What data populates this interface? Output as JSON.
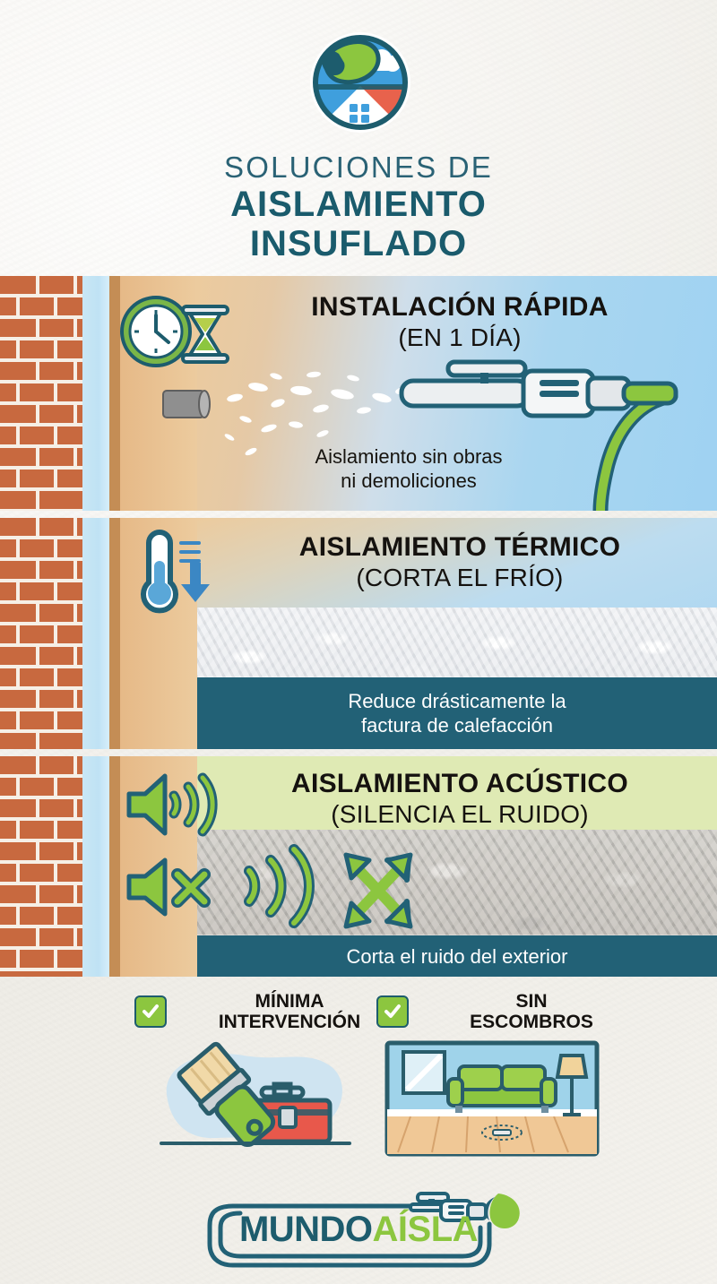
{
  "brand": {
    "logo_icon": "leaf-house-circle-logo",
    "title_line1": "SOLUCIONES DE",
    "title_line2": "AISLAMIENTO",
    "title_line3": "INSUFLADO",
    "title_color": "#1a5b6c"
  },
  "colors": {
    "teal": "#226176",
    "teal_dark": "#1d5c6d",
    "green": "#8cc63f",
    "brick": "#c8693f",
    "cavity_blue": "#c9e7f5",
    "panel3_bg": "#dfeab4",
    "paper": "#f1efe9"
  },
  "panels": [
    {
      "id": "instalacion-rapida",
      "icons": [
        "clock-icon",
        "hourglass-icon"
      ],
      "title": "INSTALACIÓN RÁPIDA",
      "subtitle": "(EN 1 DÍA)",
      "caption_line1": "Aislamiento sin obras",
      "caption_line2": "ni demoliciones",
      "illustration": "insufflation-nozzle-with-green-hose"
    },
    {
      "id": "aislamiento-termico",
      "icons": [
        "thermometer-icon",
        "down-arrow-icon"
      ],
      "title": "AISLAMIENTO TÉRMICO",
      "subtitle": "(CORTA EL FRÍO)",
      "banner_line1": "Reduce drásticamente la",
      "banner_line2": "factura de calefacción",
      "illustration": "white-insulation-fill"
    },
    {
      "id": "aislamiento-acustico",
      "icons": [
        "speaker-sound-icon",
        "speaker-muted-icon"
      ],
      "title": "AISLAMIENTO ACÚSTICO",
      "subtitle": "(SILENCIA EL RUIDO)",
      "banner_line1": "Corta el ruido del exterior",
      "illustration": "gray-cellulose-fill-with-arrows"
    }
  ],
  "features": [
    {
      "id": "minima-intervencion",
      "check_icon": "check-icon",
      "label_line1": "MÍNIMA",
      "label_line2": "INTERVENCIÓN",
      "thumb": "paintbrush-and-toolbox"
    },
    {
      "id": "sin-escombros",
      "check_icon": "check-icon",
      "label_line1": "SIN",
      "label_line2": "ESCOMBROS",
      "thumb": "clean-living-room"
    }
  ],
  "footer": {
    "logo_word1": "MUNDO",
    "logo_word2": "AÍSLA",
    "word1_color": "#1d5c6d",
    "word2_color": "#8cc63f",
    "decor": [
      "hose-frame",
      "nozzle-icon",
      "leaf-icon"
    ]
  }
}
